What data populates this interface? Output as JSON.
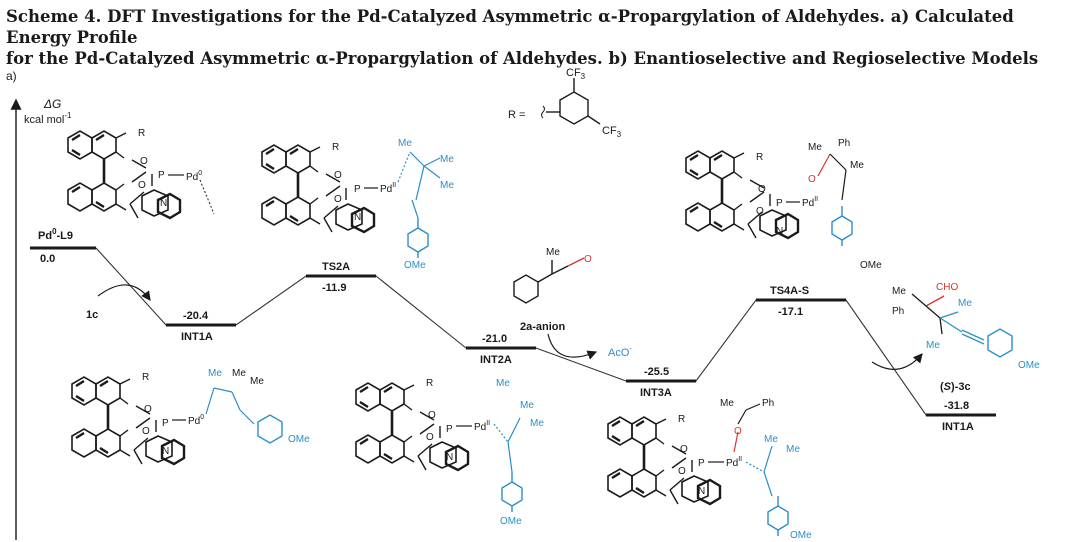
{
  "caption": {
    "line1": "Scheme 4. DFT Investigations for the Pd-Catalyzed Asymmetric α-Propargylation of Aldehydes. a) Calculated Energy Profile",
    "line2": "for the Pd-Catalyzed Asymmetric α-Propargylation of Aldehydes. b) Enantioselective and Regioselective Models"
  },
  "panel_label": "a)",
  "axis": {
    "symbol": "ΔG",
    "unit": "kcal mol",
    "unit_sup": "-1"
  },
  "r_definition": {
    "label": "R =",
    "substituent_1": "CF",
    "substituent_2": "CF",
    "sub": "3"
  },
  "colors": {
    "ink": "#1a1a1a",
    "ligand_blue": "#2a8fc7",
    "oxygen_red": "#d9342b",
    "path": "#333333"
  },
  "states": [
    {
      "name_main": "Pd",
      "name_sup": "0",
      "name_rest": "-L9",
      "energy": "0.0"
    },
    {
      "name_main": "INT1A",
      "name_sup": "",
      "name_rest": "",
      "energy": "-20.4"
    },
    {
      "name_main": "TS2A",
      "name_sup": "",
      "name_rest": "",
      "energy": "-11.9"
    },
    {
      "name_main": "INT2A",
      "name_sup": "",
      "name_rest": "",
      "energy": "-21.0"
    },
    {
      "name_main": "INT3A",
      "name_sup": "",
      "name_rest": "",
      "energy": "-25.5"
    },
    {
      "name_main": "TS4A-S",
      "name_sup": "",
      "name_rest": "",
      "energy": "-17.1"
    },
    {
      "name_main": "INT1A",
      "name_sup": "",
      "name_rest": "",
      "energy": "-31.8"
    }
  ],
  "reagents": {
    "substrate": "1c",
    "anion": "2a-anion",
    "acetate_main": "AcO",
    "acetate_sup": "-",
    "product_prefix": "(",
    "product_s": "S",
    "product_suffix": ")-3c"
  },
  "structure_text": {
    "R": "R",
    "O": "O",
    "P": "P",
    "N": "N",
    "Pd": "Pd",
    "Pd_sup_0": "0",
    "Pd_sup_II": "II",
    "Me": "Me",
    "Ph": "Ph",
    "OMe": "OMe",
    "CHO": "CHO"
  }
}
